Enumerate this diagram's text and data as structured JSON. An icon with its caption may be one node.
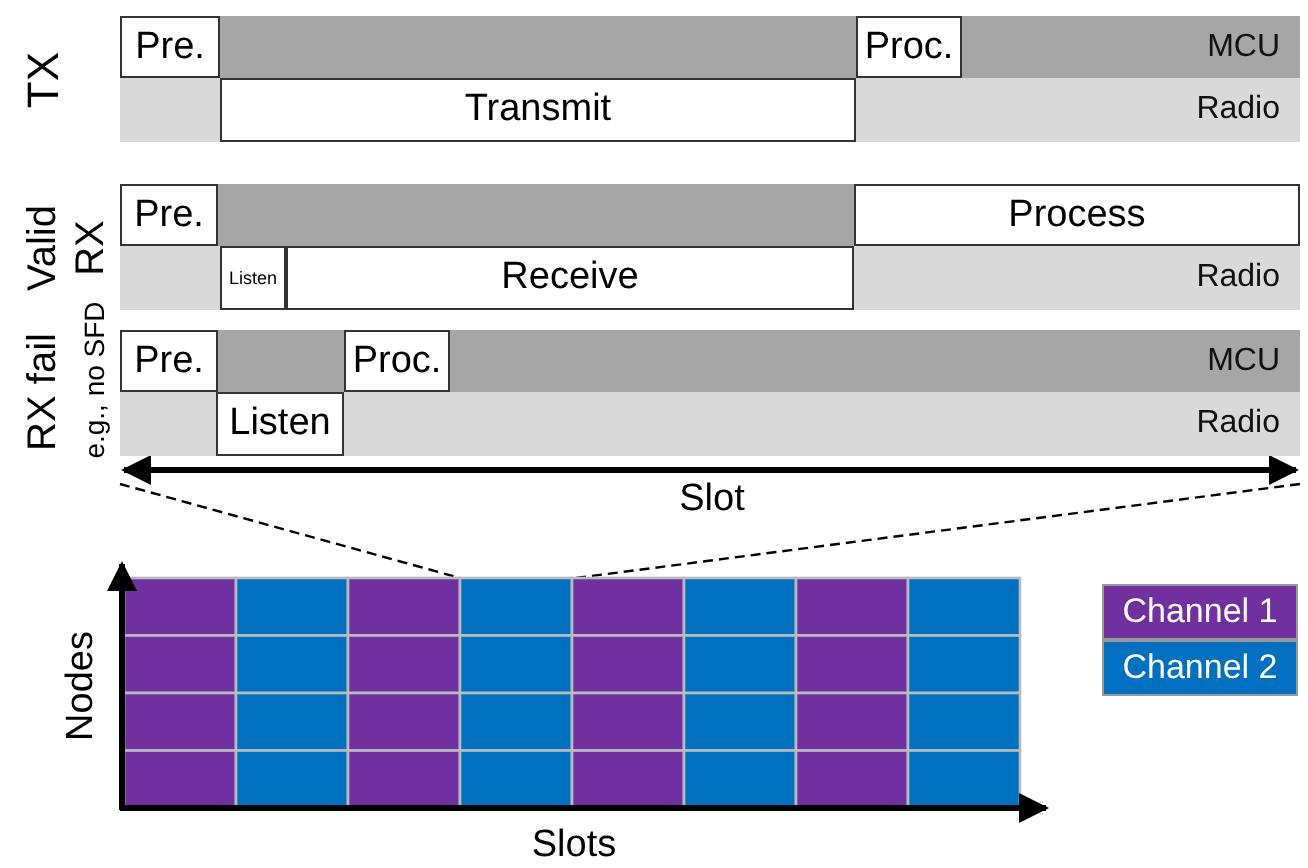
{
  "diagram": {
    "nodes": [
      {
        "text": [
          "MCU"
        ]
      },
      {
        "text": [
          "Pre."
        ],
        "in": 0
      },
      {
        "text": [
          "Proc."
        ],
        "in": 0
      },
      {
        "text": [
          "Radio"
        ]
      },
      {
        "text": [
          "Transmit"
        ],
        "in": 3
      },
      {
        "text": [],
        "shape": "bar"
      },
      {
        "text": [
          "Pre."
        ],
        "in": 5
      },
      {
        "text": [
          "Process"
        ],
        "in": 5
      },
      {
        "text": [
          "Radio"
        ]
      },
      {
        "text": [
          "Listen"
        ],
        "in": 8
      },
      {
        "text": [
          "Receive"
        ],
        "in": 8
      },
      {
        "text": [
          "MCU"
        ]
      },
      {
        "text": [
          "Pre."
        ],
        "in": 11
      },
      {
        "text": [
          "Proc."
        ],
        "in": 11
      },
      {
        "text": [
          "Radio"
        ]
      },
      {
        "text": [
          "Listen"
        ],
        "in": 14
      }
    ],
    "edges": [],
    "labels": [
      "TX",
      "Valid",
      "RX",
      "RX fail",
      "e.g., no SFD",
      "Slot",
      "Nodes",
      "Slots"
    ],
    "legend": [
      {
        "text": "Channel 1",
        "color": "#7030a0"
      },
      {
        "text": "Channel 2",
        "color": "#0070c0"
      }
    ]
  }
}
